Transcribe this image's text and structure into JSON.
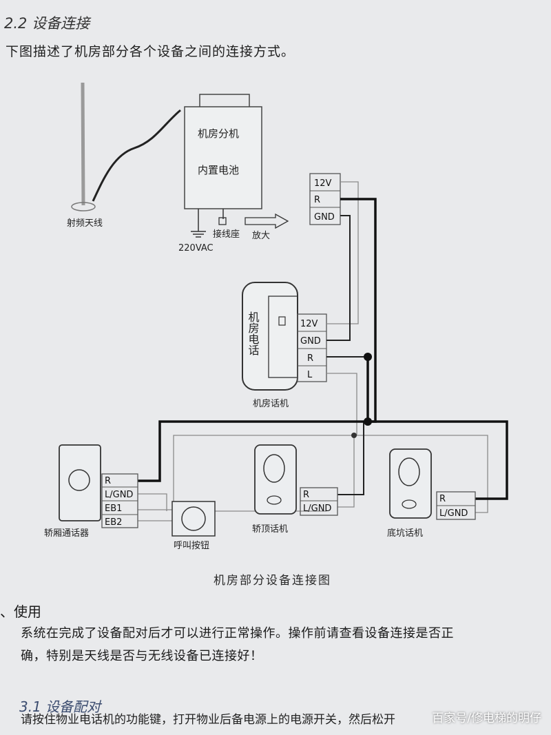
{
  "section": {
    "title": "2.2 设备连接",
    "intro": "下图描述了机房部分各个设备之间的连接方式。"
  },
  "diagram": {
    "antenna_label": "射频天线",
    "unit_line1": "机房分机",
    "unit_line2": "内置电池",
    "power_label": "220VAC",
    "socket_label": "接线座",
    "amp_label": "放大",
    "top_terminals": [
      "12V",
      "R",
      "GND"
    ],
    "phone_text": "机房电话",
    "phone_terminals": [
      "12V",
      "GND",
      "R",
      "L"
    ],
    "phone_label": "机房话机",
    "car_terminals": [
      "R",
      "L/GND",
      "EB1",
      "EB2"
    ],
    "car_label": "轿厢通话器",
    "call_label": "呼叫按钮",
    "cartop_terminals": [
      "R",
      "L/GND"
    ],
    "cartop_label": "轿顶话机",
    "pit_terminals": [
      "R",
      "L/GND"
    ],
    "pit_label": "底坑话机",
    "caption": "机房部分设备连接图"
  },
  "usage": {
    "title": "、使用",
    "line1": "系统在完成了设备配对后才可以进行正常操作。操作前请查看设备连接是否正",
    "line2": "确，特别是天线是否与无线设备已连接好！"
  },
  "section31": {
    "title": "3.1 设备配对",
    "line1": "请按住物业电话机的功能键，打开物业后备电源上的电源开关，然后松开"
  },
  "watermark": "百家号/修电梯的明仔"
}
